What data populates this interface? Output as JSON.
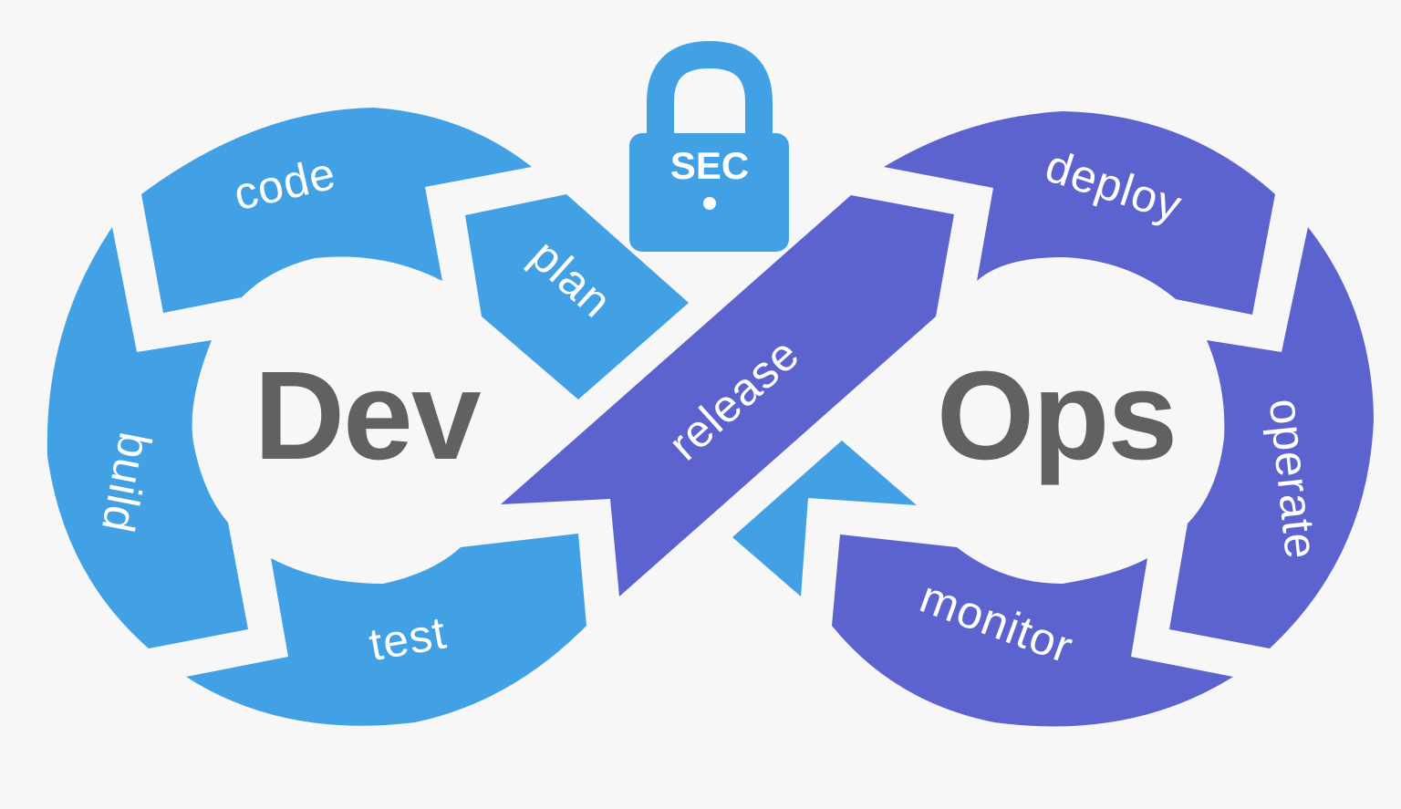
{
  "diagram": {
    "colors": {
      "dev": "#42a1e5",
      "ops": "#5c63cf",
      "hub_text": "#616161",
      "background": "#f7f7f8"
    },
    "hubs": {
      "dev": "Dev",
      "ops": "Ops"
    },
    "lock": {
      "label": "SEC",
      "icon": "padlock-icon"
    },
    "stages": {
      "plan": "plan",
      "code": "code",
      "build": "build",
      "test": "test",
      "release": "release",
      "deploy": "deploy",
      "operate": "operate",
      "monitor": "monitor"
    }
  }
}
